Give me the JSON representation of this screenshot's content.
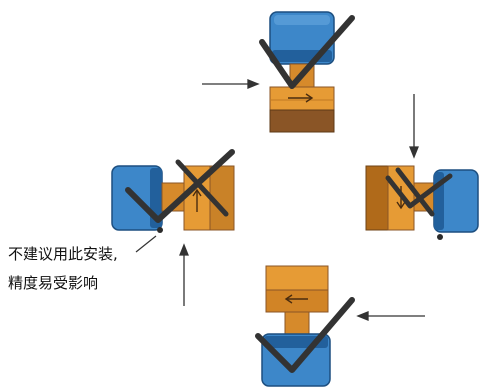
{
  "note": {
    "line1": "不建议用此安装,",
    "line2": "精度易受影响"
  },
  "installations": [
    {
      "position": "top",
      "motor_side": "top",
      "flow_direction": "right",
      "verdict": "correct"
    },
    {
      "position": "left",
      "motor_side": "left",
      "flow_direction": "up",
      "verdict": "not-recommended"
    },
    {
      "position": "right",
      "motor_side": "right",
      "flow_direction": "down",
      "verdict": "not-recommended"
    },
    {
      "position": "bottom",
      "motor_side": "bottom",
      "flow_direction": "left",
      "verdict": "correct"
    }
  ],
  "colors": {
    "motor_blue": "#3d87c9",
    "motor_blue_dark": "#22609c",
    "body_orange": "#e69b35",
    "body_orange_dark": "#b06a1a",
    "body_brown": "#8a5526",
    "mark": "#333333",
    "arrow": "#333333"
  }
}
